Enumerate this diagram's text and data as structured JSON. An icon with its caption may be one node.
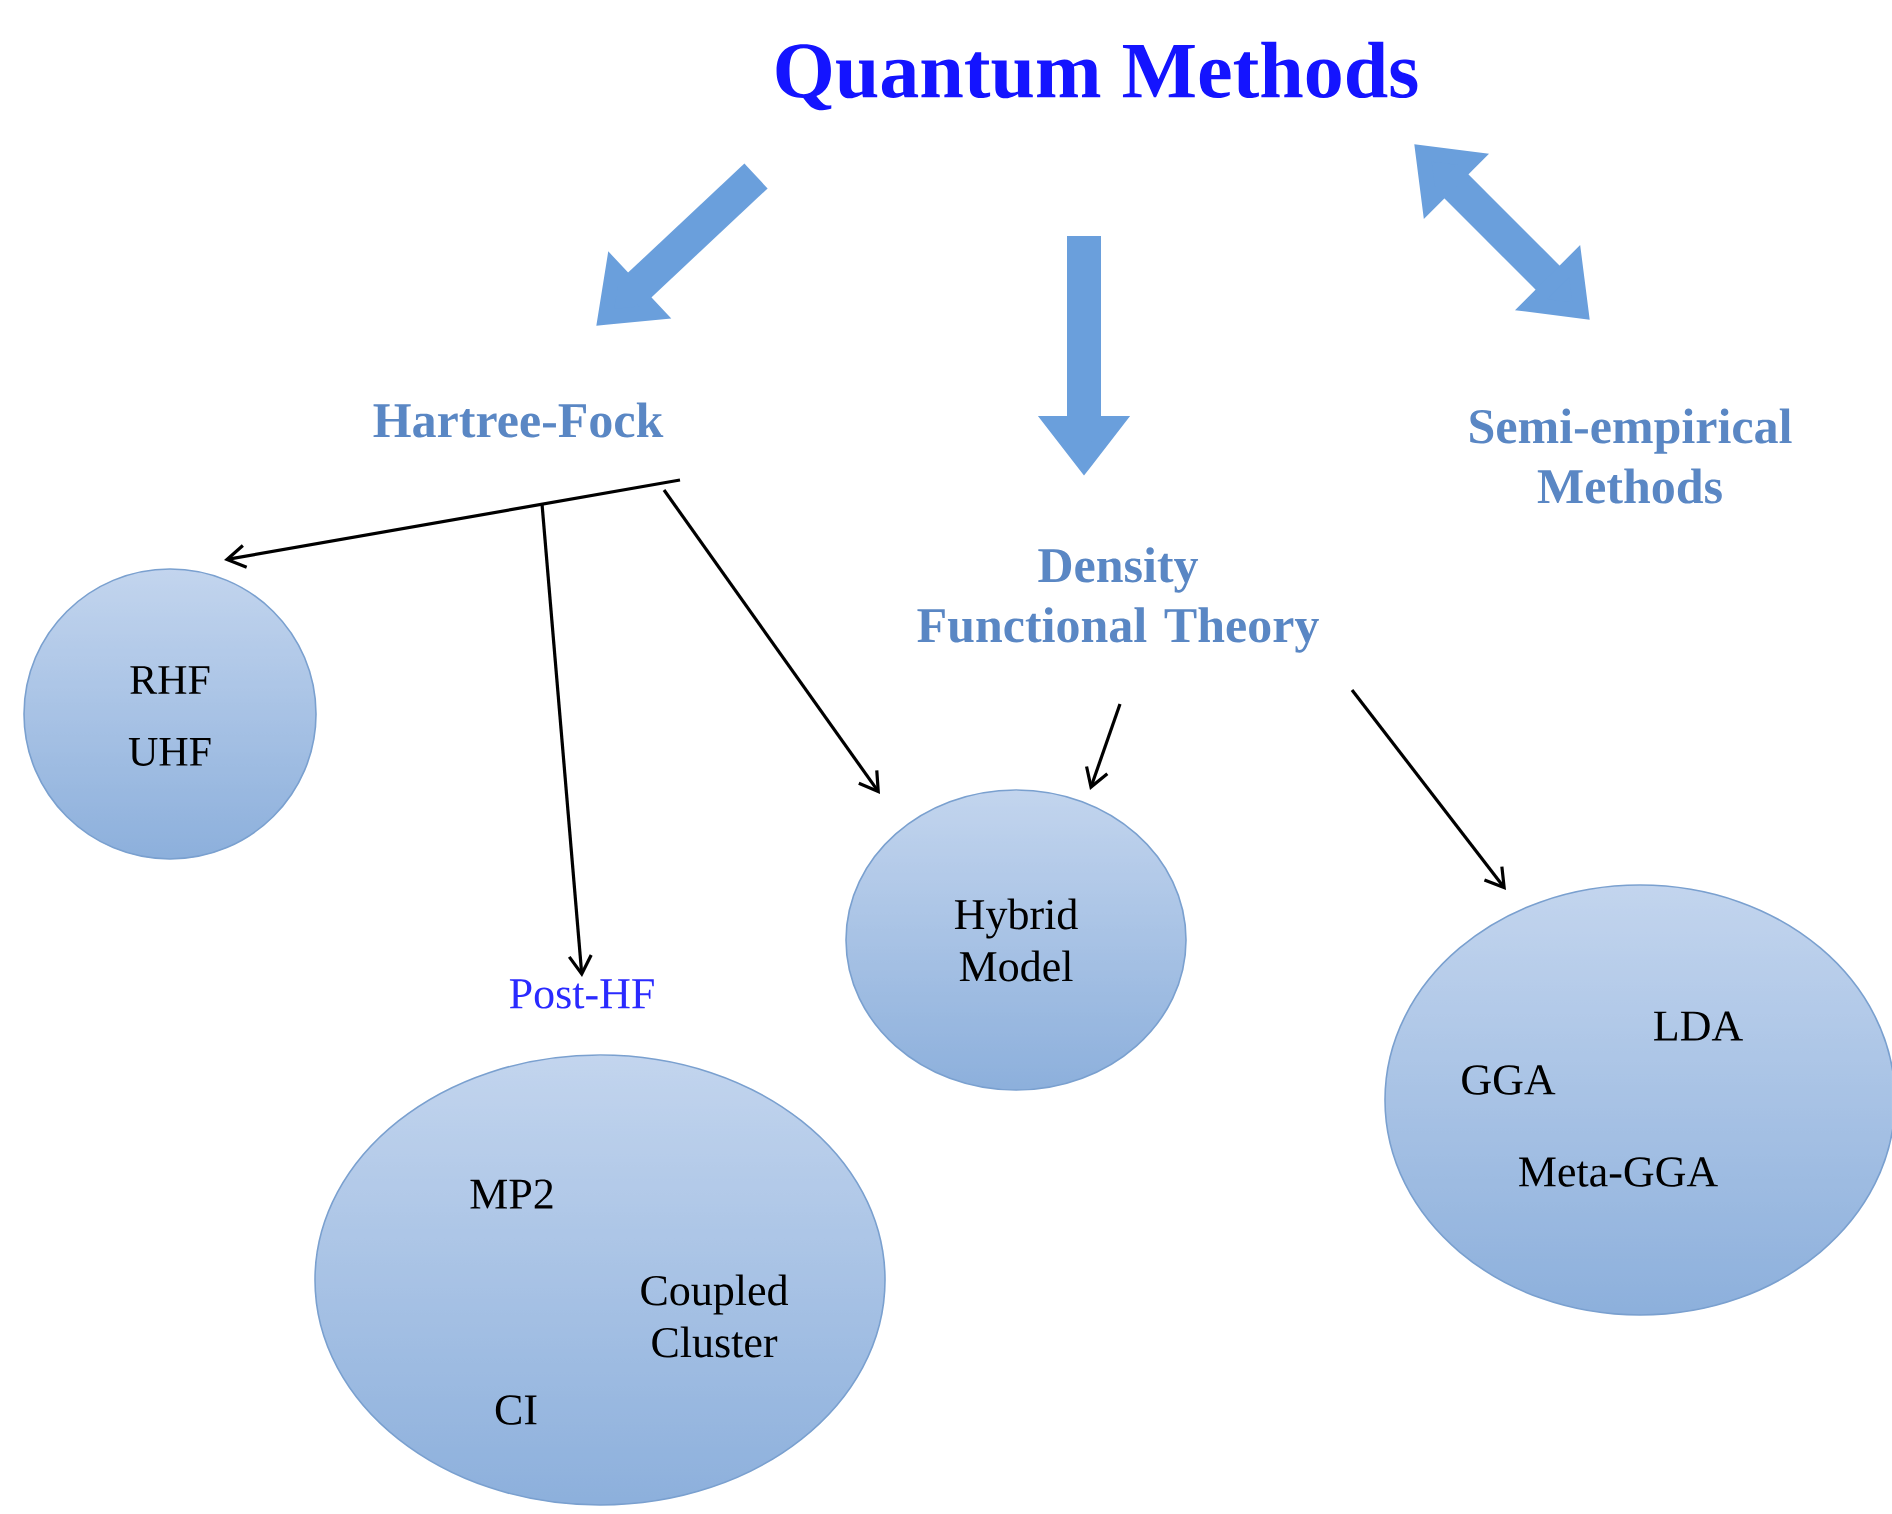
{
  "diagram": {
    "nodes": [
      {
        "text": [
          "Quantum Methods"
        ]
      },
      {
        "text": [
          "Hartree-Fock"
        ]
      },
      {
        "text": [
          "Density Functional Theory"
        ]
      },
      {
        "text": [
          "Semi-empirical Methods"
        ]
      },
      {
        "text": [
          "RHF",
          "UHF"
        ]
      },
      {
        "text": [
          "Post-HF",
          "MP2",
          "Coupled Cluster",
          "CI"
        ]
      },
      {
        "text": [
          "Hybrid Model"
        ]
      },
      {
        "text": [
          "LDA",
          "GGA",
          "Meta-GGA"
        ]
      }
    ],
    "edges": [
      {
        "from": 0,
        "to": 1,
        "arrow": "to",
        "style": "thick",
        "color": "#6a9fdc"
      },
      {
        "from": 0,
        "to": 2,
        "arrow": "to",
        "style": "thick",
        "color": "#6a9fdc"
      },
      {
        "from": 0,
        "to": 3,
        "arrow": "both",
        "style": "thick",
        "color": "#6a9fdc"
      },
      {
        "from": 1,
        "to": 4,
        "arrow": "to"
      },
      {
        "from": 1,
        "to": 5,
        "arrow": "to"
      },
      {
        "from": 1,
        "to": 6,
        "arrow": "to"
      },
      {
        "from": 2,
        "to": 6,
        "arrow": "to"
      },
      {
        "from": 2,
        "to": 7,
        "arrow": "to"
      }
    ]
  }
}
